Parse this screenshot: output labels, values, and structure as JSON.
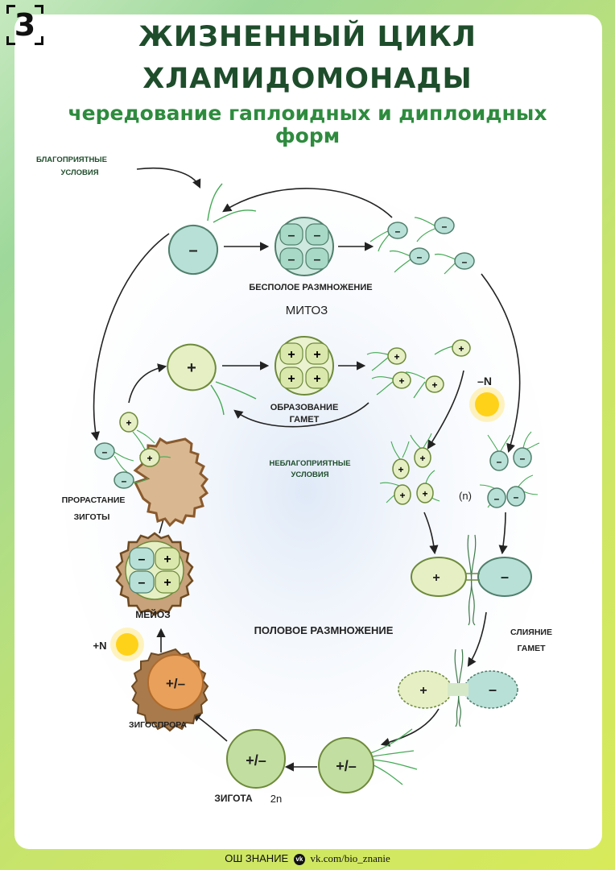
{
  "logo": {
    "glyph": "3"
  },
  "title": {
    "line1": "ЖИЗНЕННЫЙ ЦИКЛ",
    "line2": "ХЛАМИДОМОНАДЫ",
    "subtitle_line1": "чередование гаплоидных и диплоидных",
    "subtitle_line2": "форм"
  },
  "labels": {
    "favorable_1": "БЛАГОПРИЯТНЫЕ",
    "favorable_2": "УСЛОВИЯ",
    "asexual": "БЕСПОЛОЕ РАЗМНОЖЕНИЕ",
    "mitosis": "МИТОЗ",
    "gametes_1": "ОБРАЗОВАНИЕ",
    "gametes_2": "ГАМЕТ",
    "minus_n": "–N",
    "unfavorable_1": "НЕБЛАГОПРИЯТНЫЕ",
    "unfavorable_2": "УСЛОВИЯ",
    "haploid": "(n)",
    "germination_1": "ПРОРАСТАНИЕ",
    "germination_2": "ЗИГОТЫ",
    "meiosis": "МЕЙОЗ",
    "plus_n": "+N",
    "sexual": "ПОЛОВОЕ РАЗМНОЖЕНИЕ",
    "fusion_1": "СЛИЯНИЕ",
    "fusion_2": "ГАМЕТ",
    "zygospore": "ЗИГОСПРОРА",
    "zygote": "ЗИГОТА",
    "diploid": "2n"
  },
  "signs": {
    "minus": "–",
    "plus": "+",
    "both": "+/–"
  },
  "footer": {
    "text": "ОШ ЗНАНИЕ",
    "icon": "vk-icon",
    "site": "vk.com/bio_znanie"
  },
  "colors": {
    "title": "#1e4d2b",
    "subtitle": "#2e8b3e",
    "minus_cell": "#b8e0d6",
    "plus_cell": "#e6efc4",
    "zygote": "#c2dea0",
    "zygospore": "#e8a05a",
    "spore_wall": "#8a5a2e",
    "sun": "#ffd21a"
  }
}
